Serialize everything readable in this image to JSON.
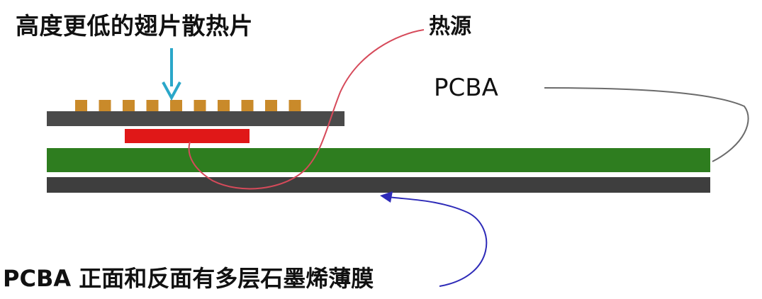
{
  "labels": {
    "fin_heatsink": "高度更低的翅片散热片",
    "heat_source": "热源",
    "pcba": "PCBA",
    "graphene_film": "PCBA 正面和反面有多层石墨烯薄膜"
  },
  "colors": {
    "background": "#ffffff",
    "fin": "#c98a2a",
    "heatsink_base": "#4a4a4a",
    "heat_source": "#e01818",
    "pcb_green": "#2e7d1f",
    "bottom_film": "#3e3e3e",
    "top_arrow": "#2aa7c9",
    "heat_circle": "#d64a5a",
    "pcba_leader": "#6b6b6b",
    "film_arrow": "#2e2bb8"
  },
  "fins": {
    "count": 10
  }
}
